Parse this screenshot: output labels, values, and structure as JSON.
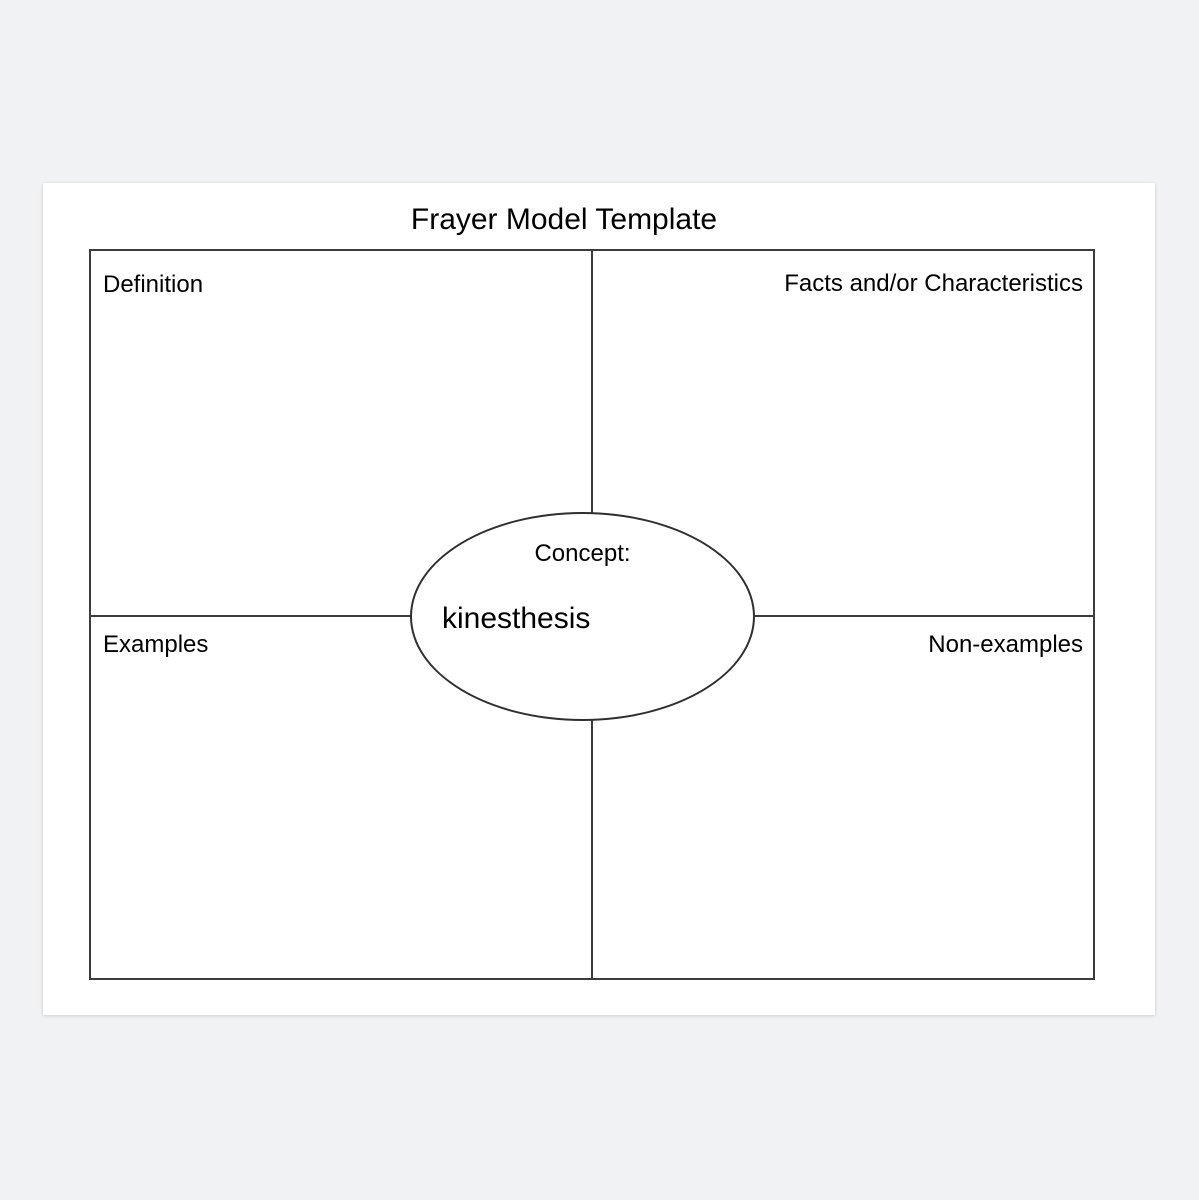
{
  "document": {
    "title": "Frayer Model Template",
    "background_color": "#f1f2f4",
    "page_color": "#ffffff",
    "line_color": "#3c3c3c",
    "text_color": "#000000"
  },
  "quadrants": [
    {
      "key": "definition",
      "label": "Definition",
      "position": "top-left",
      "align": "left"
    },
    {
      "key": "facts",
      "label": "Facts and/or Characteristics",
      "position": "top-right",
      "align": "right"
    },
    {
      "key": "examples",
      "label": "Examples",
      "position": "bottom-left",
      "align": "left"
    },
    {
      "key": "nonexamples",
      "label": "Non-examples",
      "position": "bottom-right",
      "align": "right"
    }
  ],
  "concept": {
    "heading": "Concept:",
    "term": "kinesthesis"
  }
}
